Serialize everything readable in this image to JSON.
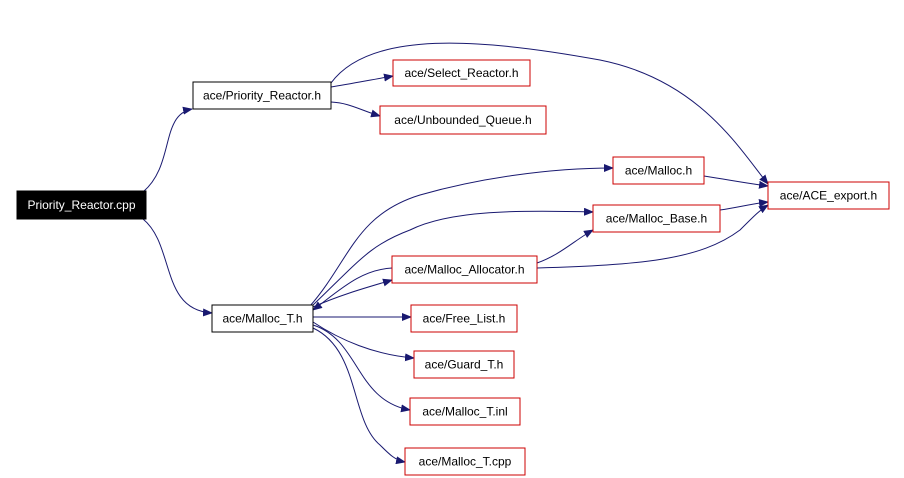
{
  "diagram": {
    "colors": {
      "root_fill": "#000000",
      "root_text": "#ffffff",
      "node_border_black": "#000000",
      "node_border_red": "#cc0000",
      "edge": "#191970"
    },
    "nodes": [
      {
        "id": "priority_reactor_cpp",
        "label": "Priority_Reactor.cpp",
        "style": "root"
      },
      {
        "id": "priority_reactor_h",
        "label": "ace/Priority_Reactor.h",
        "style": "black"
      },
      {
        "id": "malloc_t_h",
        "label": "ace/Malloc_T.h",
        "style": "black"
      },
      {
        "id": "select_reactor_h",
        "label": "ace/Select_Reactor.h",
        "style": "red"
      },
      {
        "id": "unbounded_queue_h",
        "label": "ace/Unbounded_Queue.h",
        "style": "red"
      },
      {
        "id": "ace_export_h",
        "label": "ace/ACE_export.h",
        "style": "red"
      },
      {
        "id": "malloc_h",
        "label": "ace/Malloc.h",
        "style": "red"
      },
      {
        "id": "malloc_base_h",
        "label": "ace/Malloc_Base.h",
        "style": "red"
      },
      {
        "id": "malloc_allocator_h",
        "label": "ace/Malloc_Allocator.h",
        "style": "red"
      },
      {
        "id": "free_list_h",
        "label": "ace/Free_List.h",
        "style": "red"
      },
      {
        "id": "guard_t_h",
        "label": "ace/Guard_T.h",
        "style": "red"
      },
      {
        "id": "malloc_t_inl",
        "label": "ace/Malloc_T.inl",
        "style": "red"
      },
      {
        "id": "malloc_t_cpp",
        "label": "ace/Malloc_T.cpp",
        "style": "red"
      }
    ],
    "edges": [
      {
        "from": "priority_reactor_cpp",
        "to": "priority_reactor_h"
      },
      {
        "from": "priority_reactor_cpp",
        "to": "malloc_t_h"
      },
      {
        "from": "priority_reactor_h",
        "to": "select_reactor_h"
      },
      {
        "from": "priority_reactor_h",
        "to": "unbounded_queue_h"
      },
      {
        "from": "priority_reactor_h",
        "to": "ace_export_h"
      },
      {
        "from": "malloc_t_h",
        "to": "malloc_h"
      },
      {
        "from": "malloc_t_h",
        "to": "malloc_base_h"
      },
      {
        "from": "malloc_t_h",
        "to": "malloc_allocator_h"
      },
      {
        "from": "malloc_t_h",
        "to": "free_list_h"
      },
      {
        "from": "malloc_t_h",
        "to": "guard_t_h"
      },
      {
        "from": "malloc_t_h",
        "to": "malloc_t_inl"
      },
      {
        "from": "malloc_t_h",
        "to": "malloc_t_cpp"
      },
      {
        "from": "malloc_h",
        "to": "ace_export_h"
      },
      {
        "from": "malloc_base_h",
        "to": "ace_export_h"
      },
      {
        "from": "malloc_allocator_h",
        "to": "malloc_base_h"
      },
      {
        "from": "malloc_allocator_h",
        "to": "ace_export_h"
      },
      {
        "from": "malloc_allocator_h",
        "to": "malloc_t_h"
      }
    ]
  }
}
